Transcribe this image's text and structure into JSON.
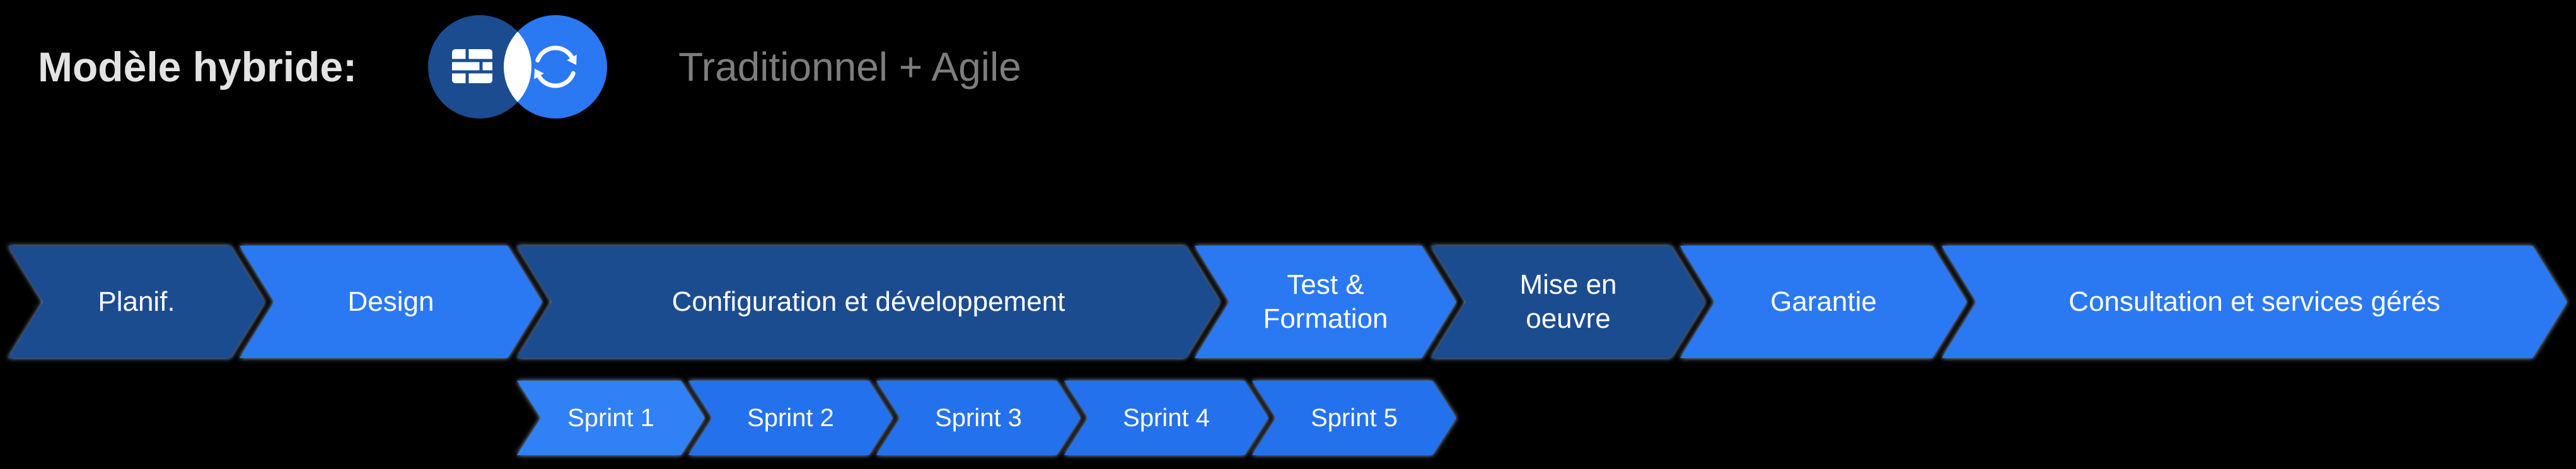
{
  "background_color": "#000000",
  "header": {
    "title": "Modèle hybride:",
    "subtitle": "Traditionnel + Agile",
    "venn": {
      "left_icon": "brick-wall-icon",
      "right_icon": "cycle-arrows-icon",
      "left_color": "#1c4c90",
      "right_color": "#2b78f3",
      "overlap_color": "#ffffff"
    }
  },
  "process": {
    "stages": [
      {
        "label": "Planif.",
        "color": "#1c4c90"
      },
      {
        "label": "Design",
        "color": "#2b78f3"
      },
      {
        "label": "Configuration et développement",
        "color": "#1c4c90"
      },
      {
        "label": "Test & Formation",
        "lines": [
          "Test &",
          "Formation"
        ],
        "color": "#2b78f3"
      },
      {
        "label": "Mise en oeuvre",
        "lines": [
          "Mise en",
          "oeuvre"
        ],
        "color": "#1c4c90"
      },
      {
        "label": "Garantie",
        "color": "#2b78f3"
      },
      {
        "label": "Consultation et services gérés",
        "color": "#2b78f3"
      }
    ],
    "sprints": [
      {
        "label": "Sprint 1",
        "color": "#3181f6"
      },
      {
        "label": "Sprint 2",
        "color": "#2471ee"
      },
      {
        "label": "Sprint 3",
        "color": "#2471ee"
      },
      {
        "label": "Sprint 4",
        "color": "#2471ee"
      },
      {
        "label": "Sprint 5",
        "color": "#2471ee"
      }
    ]
  }
}
